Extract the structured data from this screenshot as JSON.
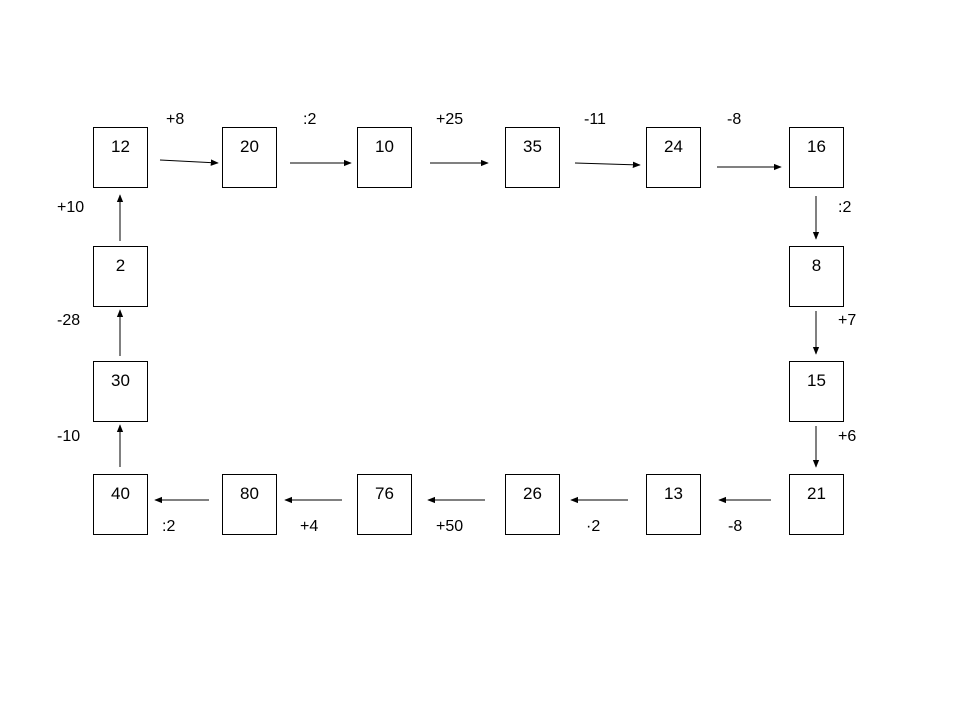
{
  "boxes": {
    "b1": "12",
    "b2": "20",
    "b3": "10",
    "b4": "35",
    "b5": "24",
    "b6": "16",
    "b7": "8",
    "b8": "15",
    "b9": "21",
    "b10": "13",
    "b11": "26",
    "b12": "76",
    "b13": "80",
    "b14": "40",
    "b15": "30",
    "b16": "2"
  },
  "operations": {
    "op_12_20": "+8",
    "op_20_10": ":2",
    "op_10_35": "+25",
    "op_35_24": "-11",
    "op_24_16": "-8",
    "op_16_8": ":2",
    "op_8_15": "+7",
    "op_15_21": "+6",
    "op_21_13": "-8",
    "op_13_26": "·2",
    "op_26_76": "+50",
    "op_76_80": "+4",
    "op_80_40": ":2",
    "op_40_30": "-10",
    "op_30_2": "-28",
    "op_2_12": "+10"
  }
}
